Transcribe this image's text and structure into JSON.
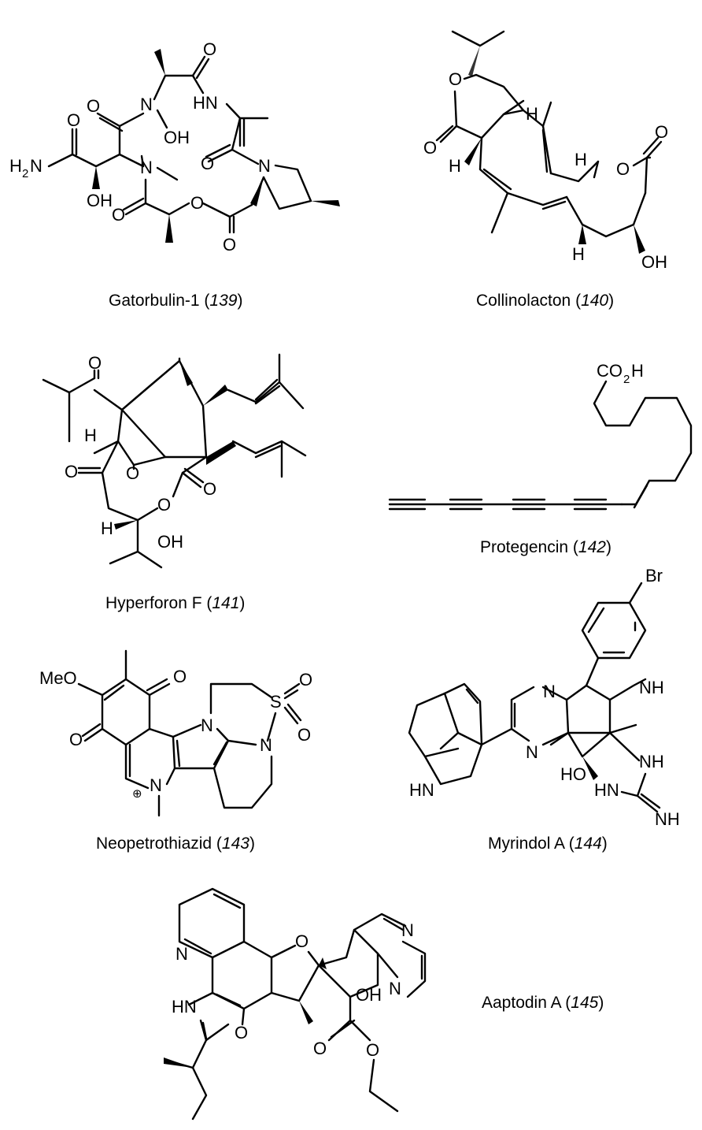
{
  "compounds": [
    {
      "name": "Gatorbulin-1",
      "number": "139"
    },
    {
      "name": "Collinolacton",
      "number": "140"
    },
    {
      "name": "Hyperforon F",
      "number": "141"
    },
    {
      "name": "Protegencin",
      "number": "142"
    },
    {
      "name": "Neopetrothiazid",
      "number": "143"
    },
    {
      "name": "Myrindol A",
      "number": "144"
    },
    {
      "name": "Aaptodin A",
      "number": "145"
    }
  ],
  "atom_labels": {
    "O": "O",
    "N": "N",
    "H": "H",
    "OH": "OH",
    "HN": "HN",
    "NH": "NH",
    "HO": "HO",
    "H2N_main": "H",
    "H2N_sub": "2",
    "H2N_n": "N",
    "CO2H_c": "CO",
    "CO2H_sub": "2",
    "CO2H_h": "H",
    "Br": "Br",
    "MeO": "MeO",
    "S": "S",
    "plus": "⊕"
  }
}
